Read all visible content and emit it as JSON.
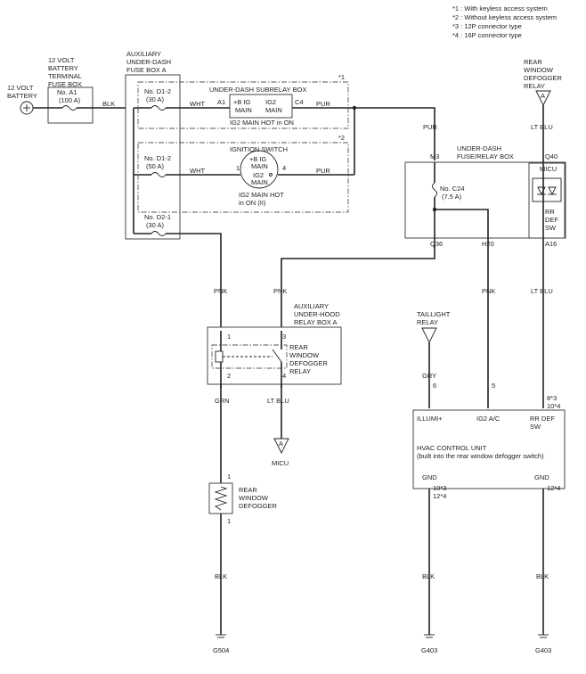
{
  "notes": [
    "*1 : With keyless access system",
    "*2 : Without keyless access system",
    "*3 : 12P connector type",
    "*4 : 16P connector type"
  ],
  "battery": {
    "label_line1": "12 VOLT",
    "label_line2": "BATTERY"
  },
  "terminal_fuse_box": {
    "label": [
      "12 VOLT",
      "BATTERY",
      "TERMINAL",
      "FUSE BOX"
    ],
    "fuse_name": "No. A1",
    "fuse_rating": "(100 A)"
  },
  "aux_dash_fuse_box": {
    "label": [
      "AUXILIARY",
      "UNDER-DASH",
      "FUSE BOX A"
    ],
    "fuse1_name": "No. D1-2",
    "fuse1_rating": "(30 A)",
    "fuse2_name": "No. D1-2",
    "fuse2_rating": "(50 A)",
    "fuse3_name": "No. D2-1",
    "fuse3_rating": "(30 A)"
  },
  "subrelay_box": {
    "title": "UNDER-DASH SUBRELAY BOX",
    "mark": "*1",
    "pin_a1": "A1",
    "pin_c4": "C4",
    "relay_left": [
      "+B IG",
      "MAIN"
    ],
    "relay_right": [
      "IG2",
      "MAIN"
    ],
    "caption": "IG2 MAIN HOT in ON"
  },
  "ignition_switch": {
    "title": "IGNITION SWITCH",
    "mark": "*2",
    "pin1": "1",
    "pin4": "4",
    "inner": [
      "+B IG",
      "MAIN",
      "IG2",
      "MAIN"
    ],
    "caption_line1": "IG2 MAIN HOT",
    "caption_line2": "in ON (II)"
  },
  "dash_fuse_relay_box": {
    "label": [
      "UNDER-DASH",
      "FUSE/RELAY BOX"
    ],
    "pin_m3": "M3",
    "pin_q40": "Q40",
    "pin_q36": "Q36",
    "pin_h20": "H20",
    "pin_a16": "A16",
    "fuse_name": "No. C24",
    "fuse_rating": "(7.5 A)",
    "micu_label": "MICU",
    "rr_def_sw": [
      "RR",
      "DEF",
      "SW"
    ]
  },
  "rear_defogger_relay_top": {
    "label": [
      "REAR",
      "WINDOW",
      "DEFOGGER",
      "RELAY"
    ],
    "connector": "A"
  },
  "aux_hood_relay_box": {
    "label": [
      "AUXILIARY",
      "UNDER-HOOD",
      "RELAY BOX A"
    ],
    "pin1": "1",
    "pin2": "2",
    "pin3": "3",
    "pin4": "4",
    "relay_label": [
      "REAR",
      "WINDOW",
      "DEFOGGER",
      "RELAY"
    ]
  },
  "micu_connector": {
    "connector": "A",
    "label": "MICU"
  },
  "defogger": {
    "pin_top": "1",
    "pin_bottom": "1",
    "label": [
      "REAR",
      "WINDOW",
      "DEFOGGER"
    ]
  },
  "taillight_relay": {
    "label": [
      "TAILLIGHT",
      "RELAY"
    ]
  },
  "hvac": {
    "pin_illumi": "6",
    "pin_ig2": "5",
    "pin_rrdef_a": "8*3",
    "pin_rrdef_b": "10*4",
    "illumi_label": "ILLUMI+",
    "ig2_label": "IG2 A/C",
    "rrdef_label": [
      "RR DEF",
      "SW"
    ],
    "title": "HVAC CONTROL UNIT",
    "subtitle": "(built into the rear window defogger switch)",
    "gnd1": "GND",
    "gnd2": "GND",
    "gnd1_pin_a": "10*3",
    "gnd1_pin_b": "12*4",
    "gnd2_pin": "12*4"
  },
  "wires": {
    "blk": "BLK",
    "wht1": "WHT",
    "wht2": "WHT",
    "pur1": "PUR",
    "pur2": "PUR",
    "pur3": "PUR",
    "lt_blu_top": "LT BLU",
    "pnk1": "PNK",
    "pnk2": "PNK",
    "pnk3": "PNK",
    "lt_blu_mid": "LT BLU",
    "grn": "GRN",
    "lt_blu_micu": "LT BLU",
    "gry": "GRY",
    "blk_g504": "BLK",
    "blk_g403a": "BLK",
    "blk_g403b": "BLK"
  },
  "grounds": {
    "g504": "G504",
    "g403a": "G403",
    "g403b": "G403"
  }
}
